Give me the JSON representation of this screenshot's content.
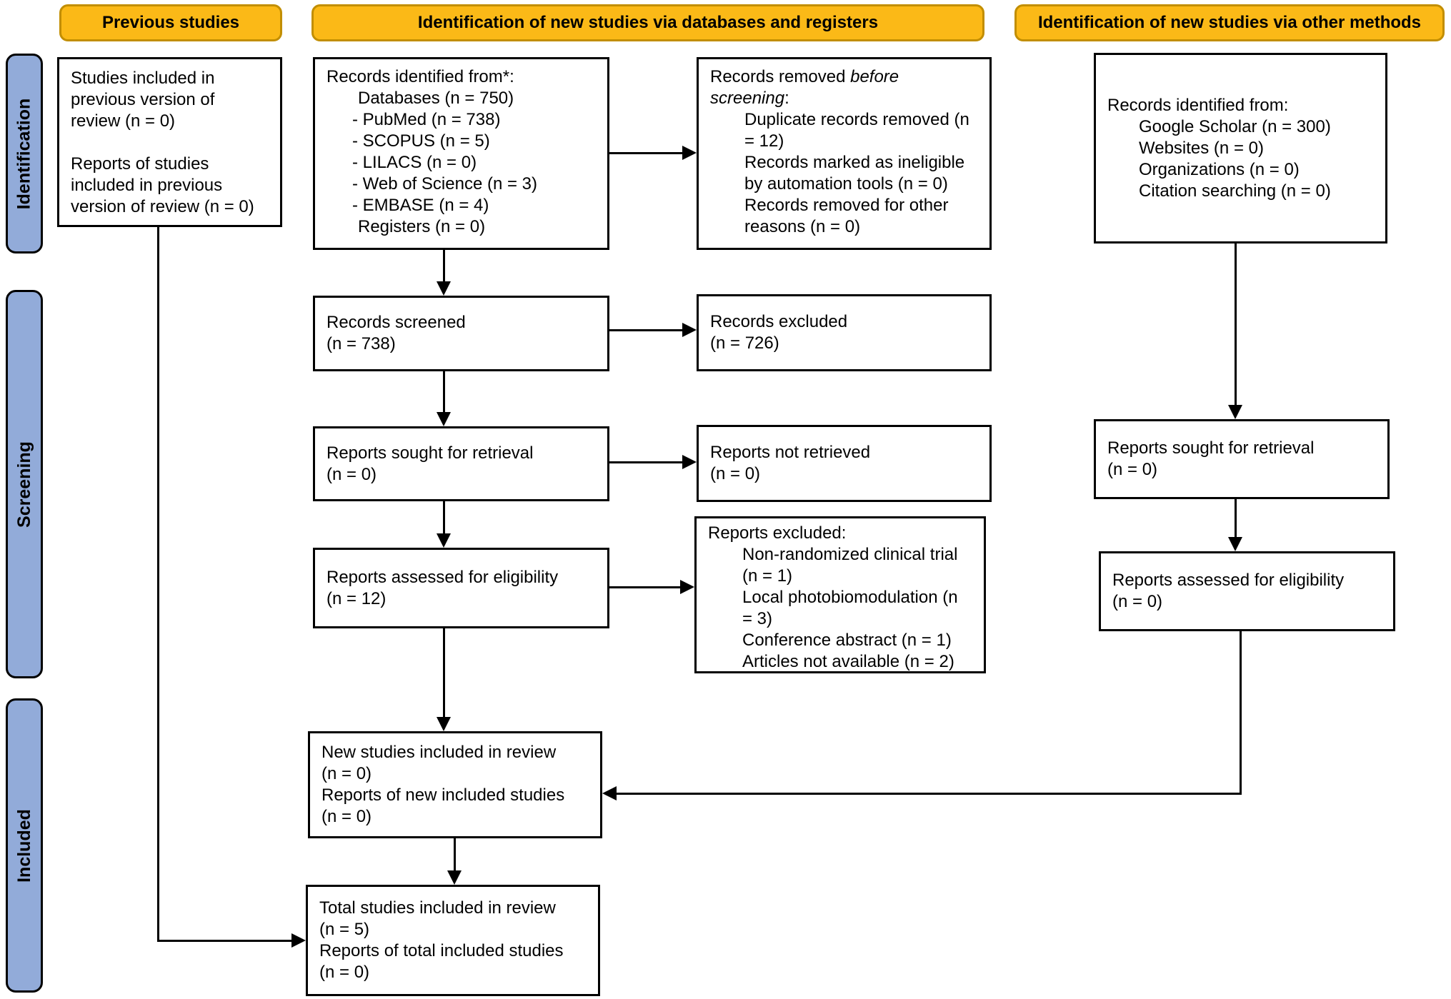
{
  "palette": {
    "header_bg": "#FBB917",
    "header_border": "#C28E00",
    "stage_bg": "#92ABD9",
    "line_color": "#000000"
  },
  "column_headers": [
    {
      "label": "Previous studies"
    },
    {
      "label": "Identification of new studies via databases and registers"
    },
    {
      "label": "Identification of new studies via other methods"
    }
  ],
  "stages": [
    {
      "label": "Identification"
    },
    {
      "label": "Screening"
    },
    {
      "label": "Included"
    }
  ],
  "boxes": {
    "previous_studies": {
      "lines": [
        "Studies included in",
        "previous version of",
        "review (n = 0)",
        "",
        "Reports of studies",
        "included in previous",
        "version of review (n = 0)"
      ]
    },
    "records_identified": {
      "lines": [
        "Records identified from*:",
        "Databases (n = 750)",
        "- PubMed (n = 738)",
        "- SCOPUS (n = 5)",
        "- LILACS (n = 0)",
        "- Web of Science (n = 3)",
        "- EMBASE (n = 4)",
        "Registers (n = 0)"
      ]
    },
    "records_removed": {
      "title_prefix": "Records removed",
      "title_italic_1": "before",
      "title_italic_2": "screening",
      "title_suffix": ":",
      "items": [
        "Duplicate records removed (n",
        "= 12)",
        "Records marked as ineligible",
        "by automation tools (n = 0)",
        "Records removed for other",
        "reasons (n = 0)"
      ]
    },
    "records_screened": {
      "lines": [
        "Records screened",
        "(n = 738)"
      ]
    },
    "records_excluded": {
      "lines": [
        "Records excluded",
        "(n = 726)"
      ]
    },
    "reports_sought": {
      "lines": [
        "Reports sought for retrieval",
        "(n = 0)"
      ]
    },
    "reports_not_retrieved": {
      "lines": [
        "Reports not retrieved",
        "(n = 0)"
      ]
    },
    "reports_assessed": {
      "lines": [
        "Reports assessed for eligibility",
        "(n = 12)"
      ]
    },
    "reports_excluded": {
      "title": "Reports excluded:",
      "items": [
        "Non-randomized clinical trial",
        "(n = 1)",
        "Local photobiomodulation (n",
        "= 3)",
        "Conference abstract (n = 1)",
        "Articles not available (n = 2)"
      ]
    },
    "new_studies": {
      "lines": [
        "New studies included in review",
        "(n = 0)",
        "Reports of new included studies",
        "(n = 0)"
      ]
    },
    "total_studies": {
      "lines": [
        "Total studies included in review",
        "(n = 5)",
        "Reports of total included studies",
        "(n = 0)"
      ]
    },
    "other_records_identified": {
      "lines": [
        "Records identified from:",
        "Google Scholar (n = 300)",
        "Websites (n = 0)",
        "Organizations (n = 0)",
        "Citation searching (n = 0)"
      ]
    },
    "other_reports_sought": {
      "lines": [
        "Reports sought for retrieval",
        "(n = 0)"
      ]
    },
    "other_reports_assessed": {
      "lines": [
        "Reports assessed for eligibility",
        "(n = 0)"
      ]
    }
  }
}
